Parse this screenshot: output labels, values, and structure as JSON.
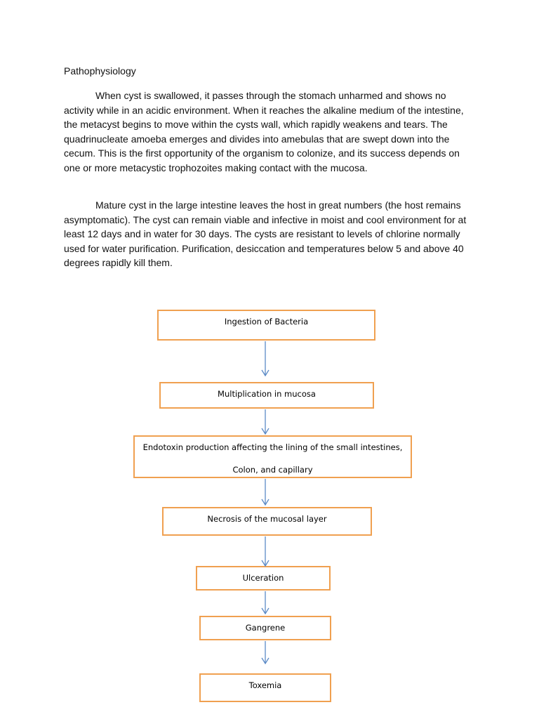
{
  "document": {
    "heading": "Pathophysiology",
    "paragraphs": [
      "When cyst is swallowed, it passes through the stomach unharmed and shows no activity while in an acidic environment. When it reaches the alkaline medium of the intestine, the metacyst begins to move within the cysts wall, which rapidly weakens and tears. The quadrinucleate amoeba emerges and divides into amebulas that are swept down into the cecum. This is the first opportunity of the organism to colonize, and its success depends on one or more metacystic trophozoites making contact with the mucosa.",
      "Mature cyst in the large intestine leaves the host in great numbers (the host remains asymptomatic). The cyst can remain viable and infective in moist and cool environment for at least 12 days and in water for 30 days. The cysts are resistant to levels of chlorine normally used for water purification. Purification, desiccation and temperatures below 5 and above 40 degrees rapidly kill them."
    ]
  },
  "flowchart": {
    "box_border_color": "#f0a050",
    "arrow_color": "#5b8ac6",
    "steps": [
      {
        "label": "Ingestion of Bacteria"
      },
      {
        "label": "Multiplication in mucosa"
      },
      {
        "label": "Endotoxin production affecting the lining of the small intestines,",
        "label_line2": "Colon, and capillary"
      },
      {
        "label": "Necrosis of the mucosal layer"
      },
      {
        "label": "Ulceration"
      },
      {
        "label": "Gangrene"
      },
      {
        "label": "Toxemia"
      }
    ]
  }
}
